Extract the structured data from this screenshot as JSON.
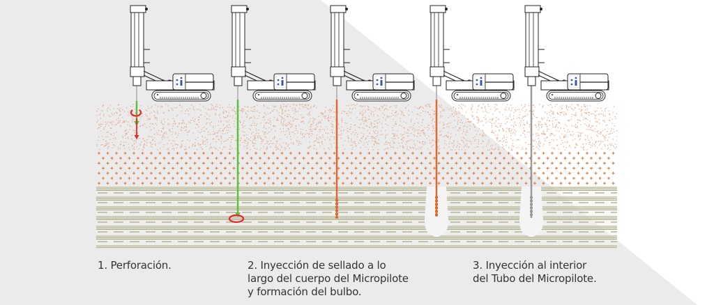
{
  "diagram": {
    "title": "Proceso de ejecución de Micropilotes",
    "colors": {
      "background": "#ebebeb",
      "highlight_band": "#ffffff",
      "soil_top": "#e3a07a",
      "soil_mid": "#e07b3a",
      "soil_clay": "#a9a985",
      "drill_green": "#5cc13f",
      "rotation_red": "#e8262c",
      "grout_orange": "#e06a2e",
      "tube_gray": "#9a9a9a",
      "logo_blue": "#3a55b4"
    },
    "rigs": [
      {
        "id": "rig-1",
        "stage": 1,
        "rod": "drill",
        "rod_color": "drill_green"
      },
      {
        "id": "rig-2",
        "stage": 2,
        "rod": "drill-deep",
        "rod_color": "drill_green"
      },
      {
        "id": "rig-3",
        "stage": 2,
        "rod": "grout",
        "rod_color": "grout_orange"
      },
      {
        "id": "rig-4",
        "stage": 2,
        "rod": "grout-bulb",
        "rod_color": "grout_orange"
      },
      {
        "id": "rig-5",
        "stage": 3,
        "rod": "tube-bulb",
        "rod_color": "tube_gray"
      }
    ],
    "soil_layers": [
      {
        "name": "upper-sand",
        "pattern": "speckle"
      },
      {
        "name": "middle-gravel",
        "pattern": "cross"
      },
      {
        "name": "lower-clay",
        "pattern": "stripes"
      }
    ]
  },
  "captions": [
    {
      "lines": [
        "1. Perforación."
      ]
    },
    {
      "lines": [
        "2. Inyección de sellado a lo",
        "largo del cuerpo del Micropilote",
        "y formación del bulbo."
      ]
    },
    {
      "lines": [
        "3. Inyección al interior",
        "del Tubo del Micropilote."
      ]
    }
  ]
}
